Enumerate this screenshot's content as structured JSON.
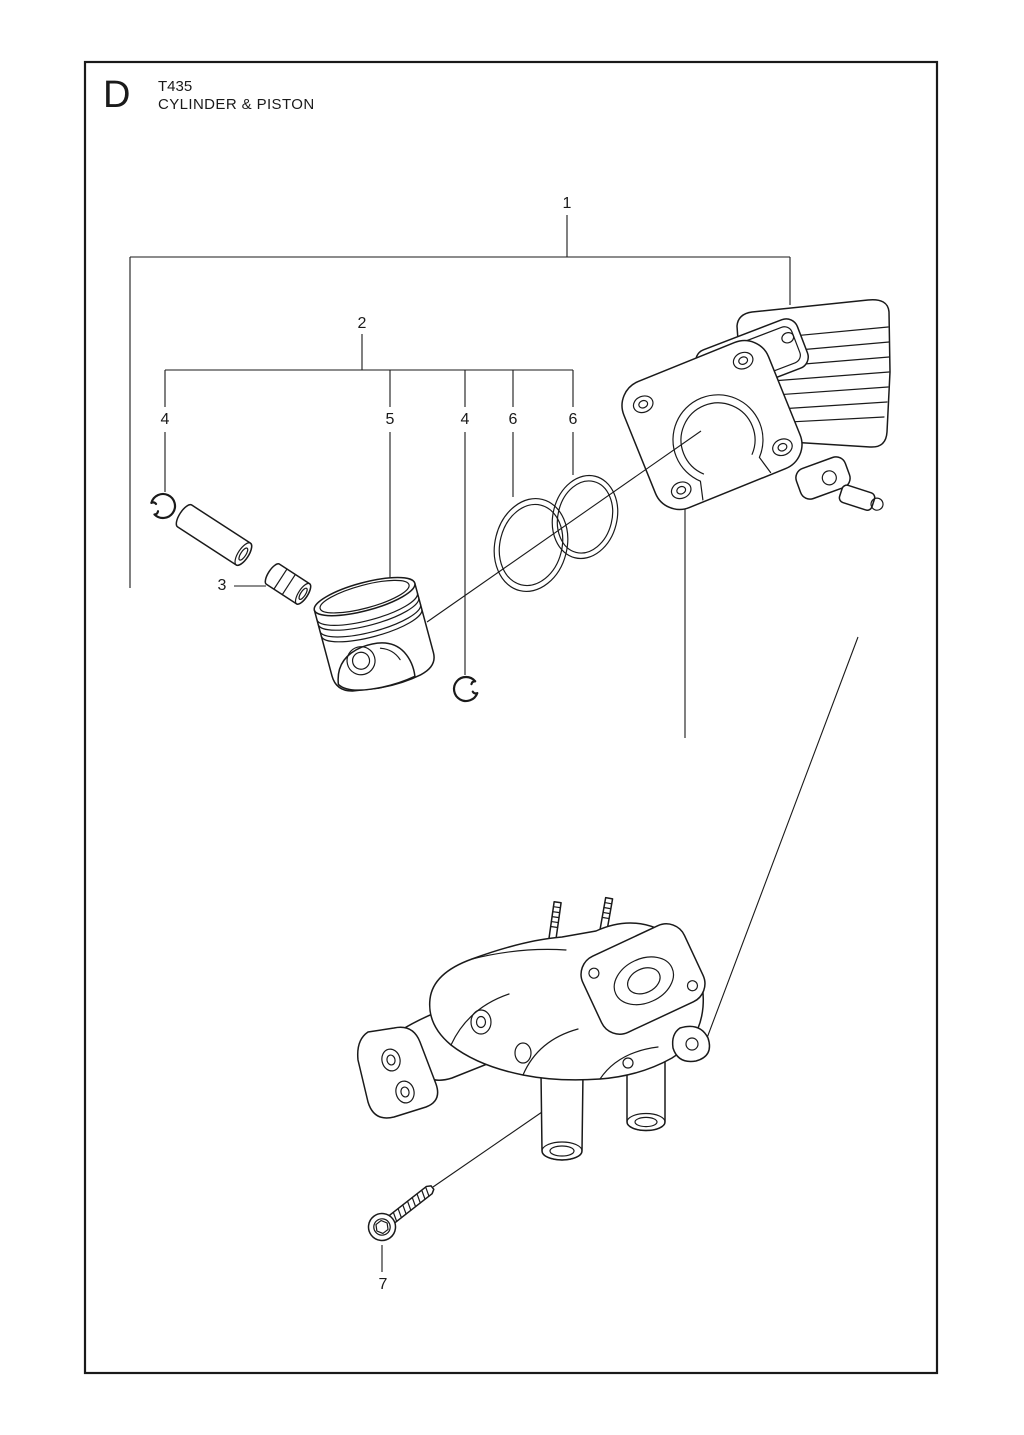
{
  "header": {
    "section_letter": "D",
    "model": "T435",
    "title": "CYLINDER & PISTON"
  },
  "callouts": {
    "c1": "1",
    "c2": "2",
    "c3": "3",
    "c4_left": "4",
    "c4_right": "4",
    "c5": "5",
    "c6_left": "6",
    "c6_right": "6",
    "c7": "7"
  },
  "colors": {
    "line": "#1a1a1a",
    "background": "#ffffff"
  }
}
